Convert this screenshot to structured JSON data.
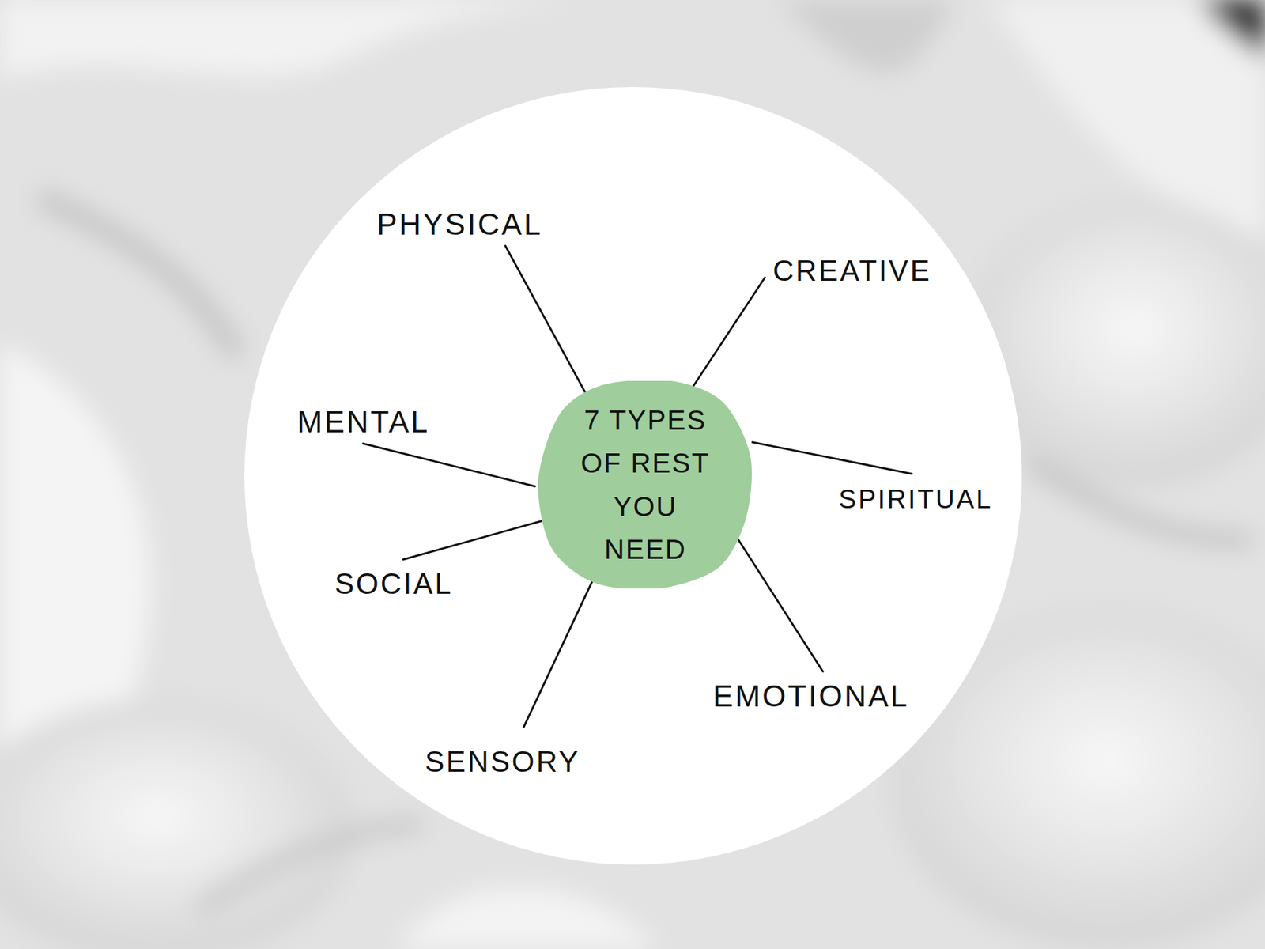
{
  "diagram": {
    "nodes": [
      {
        "text": [
          "7 TYPES OF REST YOU NEED"
        ]
      }
    ],
    "labels": [
      "PHYSICAL",
      "CREATIVE",
      "MENTAL",
      "SPIRITUAL",
      "SOCIAL",
      "SENSORY",
      "EMOTIONAL"
    ]
  }
}
